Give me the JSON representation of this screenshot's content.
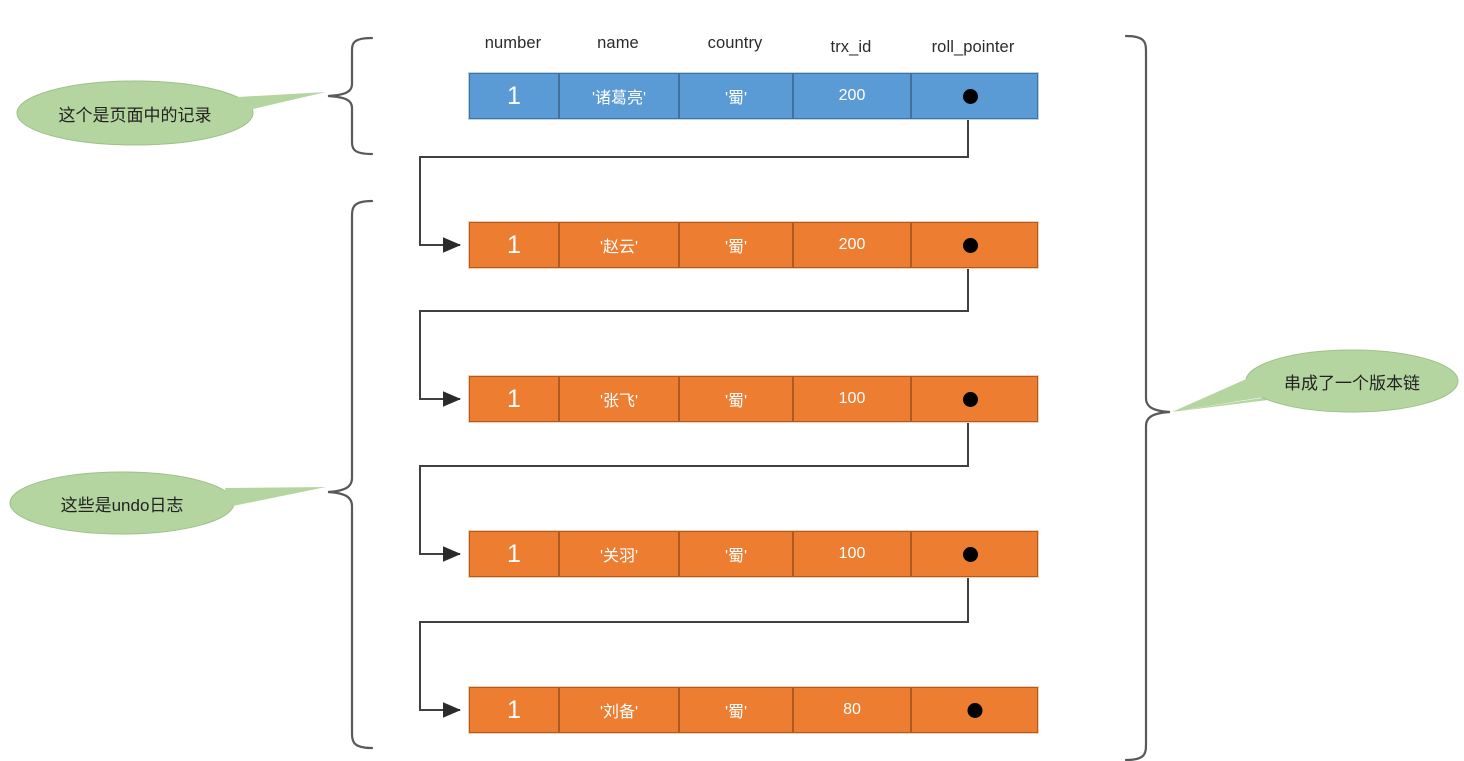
{
  "diagram": {
    "title": "MySQL InnoDB undo log version chain diagram",
    "columns": [
      {
        "key": "number",
        "label": "number"
      },
      {
        "key": "name",
        "label": "name"
      },
      {
        "key": "country",
        "label": "country"
      },
      {
        "key": "trx_id",
        "label": "trx_id"
      },
      {
        "key": "roll_pointer",
        "label": "roll_pointer"
      }
    ],
    "records": [
      {
        "kind": "page-record",
        "color": "#5b9bd5",
        "number": "1",
        "name": "'诸葛亮'",
        "country": "'蜀'",
        "trx_id": "200",
        "roll_pointer": "●",
        "has_next": true
      },
      {
        "kind": "undo-log",
        "color": "#ed7d31",
        "number": "1",
        "name": "'赵云'",
        "country": "'蜀'",
        "trx_id": "200",
        "roll_pointer": "●",
        "has_next": true
      },
      {
        "kind": "undo-log",
        "color": "#ed7d31",
        "number": "1",
        "name": "'张飞'",
        "country": "'蜀'",
        "trx_id": "100",
        "roll_pointer": "●",
        "has_next": true
      },
      {
        "kind": "undo-log",
        "color": "#ed7d31",
        "number": "1",
        "name": "'关羽'",
        "country": "'蜀'",
        "trx_id": "100",
        "roll_pointer": "●",
        "has_next": true
      },
      {
        "kind": "undo-log",
        "color": "#ed7d31",
        "number": "1",
        "name": "'刘备'",
        "country": "'蜀'",
        "trx_id": "80",
        "roll_pointer": "●",
        "has_next": false
      }
    ],
    "callouts": [
      {
        "id": "page-record-callout",
        "text": "这个是页面中的记录",
        "side": "left"
      },
      {
        "id": "undo-log-callout",
        "text": "这些是undo日志",
        "side": "left"
      },
      {
        "id": "version-chain-callout",
        "text": "串成了一个版本链",
        "side": "right"
      }
    ],
    "colors": {
      "page_record_fill": "#5b9bd5",
      "page_record_border": "#41719c",
      "undo_log_fill": "#ed7d31",
      "undo_log_border": "#ae5a21",
      "callout_fill": "#b5d5a0",
      "callout_border": "#9dc189",
      "connector": "#404040",
      "brace": "#595959",
      "text_light": "#ffffff",
      "text_dark": "#2b2b2b"
    }
  }
}
